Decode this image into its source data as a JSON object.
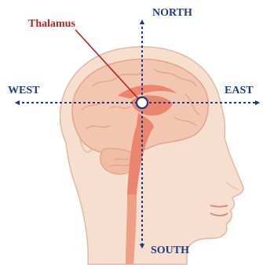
{
  "labels": {
    "north": "NORTH",
    "south": "SOUTH",
    "west": "WEST",
    "east": "EAST",
    "structure": "Thalamus"
  },
  "colors": {
    "axis": "#1e3b86",
    "label_structure": "#b42424",
    "skin": "#f6dfcf",
    "skin_outline": "#e0b9a4",
    "brain": "#f2c6b0",
    "brain_folds": "#e2a48a",
    "thalamus": "#ea8670"
  }
}
